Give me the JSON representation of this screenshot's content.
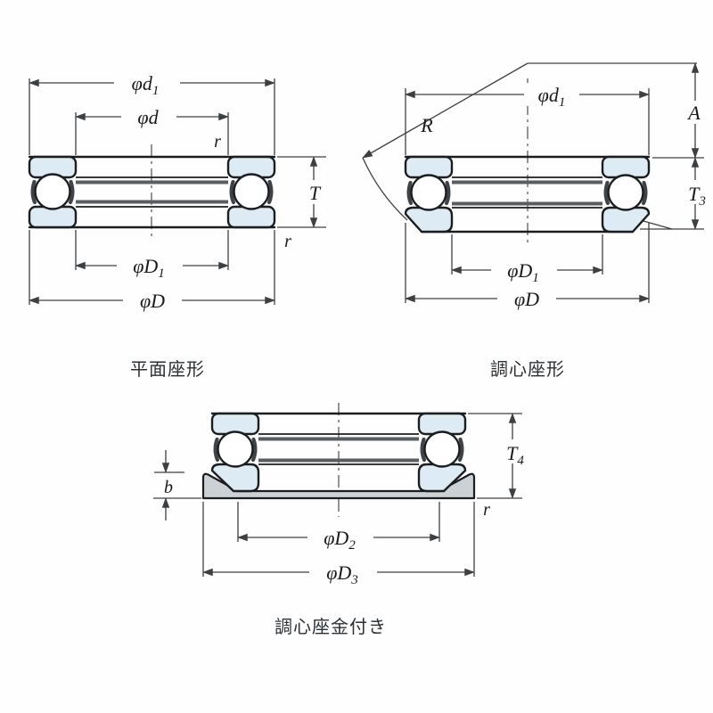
{
  "figures": {
    "flat_seat": {
      "caption": "平面座形",
      "labels": {
        "d1": {
          "main": "φd",
          "sub": "1"
        },
        "d": {
          "main": "φd",
          "sub": ""
        },
        "r_top": {
          "main": "r",
          "sub": ""
        },
        "T": {
          "main": "T",
          "sub": ""
        },
        "r_bottom": {
          "main": "r",
          "sub": ""
        },
        "D1": {
          "main": "φD",
          "sub": "1"
        },
        "D": {
          "main": "φD",
          "sub": ""
        }
      }
    },
    "aligning_seat": {
      "caption": "調心座形",
      "labels": {
        "d1": {
          "main": "φd",
          "sub": "1"
        },
        "R": {
          "main": "R",
          "sub": ""
        },
        "A": {
          "main": "A",
          "sub": ""
        },
        "T3": {
          "main": "T",
          "sub": "3"
        },
        "D1": {
          "main": "φD",
          "sub": "1"
        },
        "D": {
          "main": "φD",
          "sub": ""
        }
      }
    },
    "with_aligning_washer": {
      "caption": "調心座金付き",
      "labels": {
        "T4": {
          "main": "T",
          "sub": "4"
        },
        "b": {
          "main": "b",
          "sub": ""
        },
        "r": {
          "main": "r",
          "sub": ""
        },
        "D2": {
          "main": "φD",
          "sub": "2"
        },
        "D3": {
          "main": "φD",
          "sub": "3"
        }
      }
    }
  },
  "colors": {
    "washer_fill": "#dcebf4",
    "seat_washer_fill": "#ccd1d6",
    "outline": "#1b1d1f",
    "raceway_shade": "#585d62",
    "dim_line": "#3d4043",
    "label_text": "#17191b",
    "caption_text": "#2b3034",
    "background": "#fefefe"
  }
}
